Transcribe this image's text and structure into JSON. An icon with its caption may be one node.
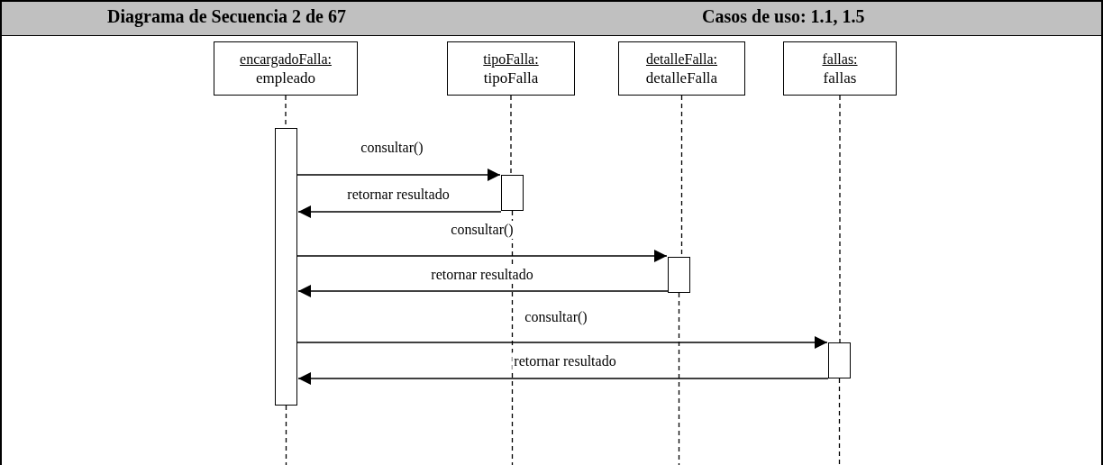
{
  "diagram": {
    "title": "Diagrama de Secuencia 2 de 67",
    "nodes": [
      {
        "text": [
          "encargadoFalla:",
          "empleado"
        ]
      },
      {
        "text": [
          "tipoFalla:",
          "tipoFalla"
        ]
      },
      {
        "text": [
          "detalleFalla:",
          "detalleFalla"
        ]
      },
      {
        "text": [
          "fallas:",
          "fallas"
        ]
      },
      {
        "text": [],
        "shape": "bar"
      },
      {
        "text": [],
        "shape": "bar"
      },
      {
        "text": [],
        "shape": "bar"
      },
      {
        "text": [],
        "shape": "bar"
      }
    ],
    "edges": [
      {
        "from": 0,
        "to": 4,
        "arrow": "none",
        "style": "dashed"
      },
      {
        "from": 1,
        "to": 5,
        "arrow": "none",
        "style": "dashed"
      },
      {
        "from": 2,
        "to": 6,
        "arrow": "none",
        "style": "dashed"
      },
      {
        "from": 3,
        "to": 7,
        "arrow": "none",
        "style": "dashed"
      },
      {
        "from": 4,
        "to": 5,
        "arrow": "to",
        "label": "consultar()"
      },
      {
        "from": 5,
        "to": 4,
        "arrow": "to",
        "label": "retornar resultado"
      },
      {
        "from": 4,
        "to": 6,
        "arrow": "to",
        "label": "consultar()"
      },
      {
        "from": 6,
        "to": 4,
        "arrow": "to",
        "label": "retornar resultado"
      },
      {
        "from": 4,
        "to": 7,
        "arrow": "to",
        "label": "consultar()"
      },
      {
        "from": 7,
        "to": 4,
        "arrow": "to",
        "label": "retornar resultado"
      }
    ],
    "labels": [
      "Casos de uso: 1.1, 1.5"
    ]
  }
}
